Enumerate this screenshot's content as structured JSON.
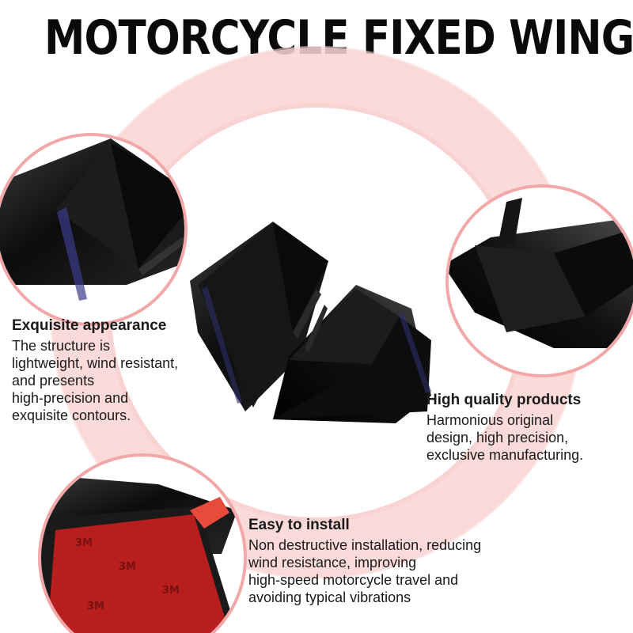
{
  "title": "MOTORCYCLE FIXED WING",
  "features": [
    {
      "heading": "Exquisite appearance",
      "lines": [
        "The structure is",
        "lightweight, wind resistant,",
        "and presents",
        "high-precision and",
        "exquisite contours."
      ]
    },
    {
      "heading": "High quality products",
      "lines": [
        "Harmonious original",
        "design, high precision,",
        "exclusive manufacturing."
      ]
    },
    {
      "heading": "Easy to install",
      "lines": [
        "Non destructive installation, reducing",
        "wind resistance, improving",
        "high-speed motorcycle travel and",
        "avoiding typical vibrations"
      ]
    }
  ],
  "tape_label": "3M",
  "colors": {
    "accent_pink": "#f7b8b8",
    "accent_red": "#e8706c",
    "product": "#111111"
  }
}
